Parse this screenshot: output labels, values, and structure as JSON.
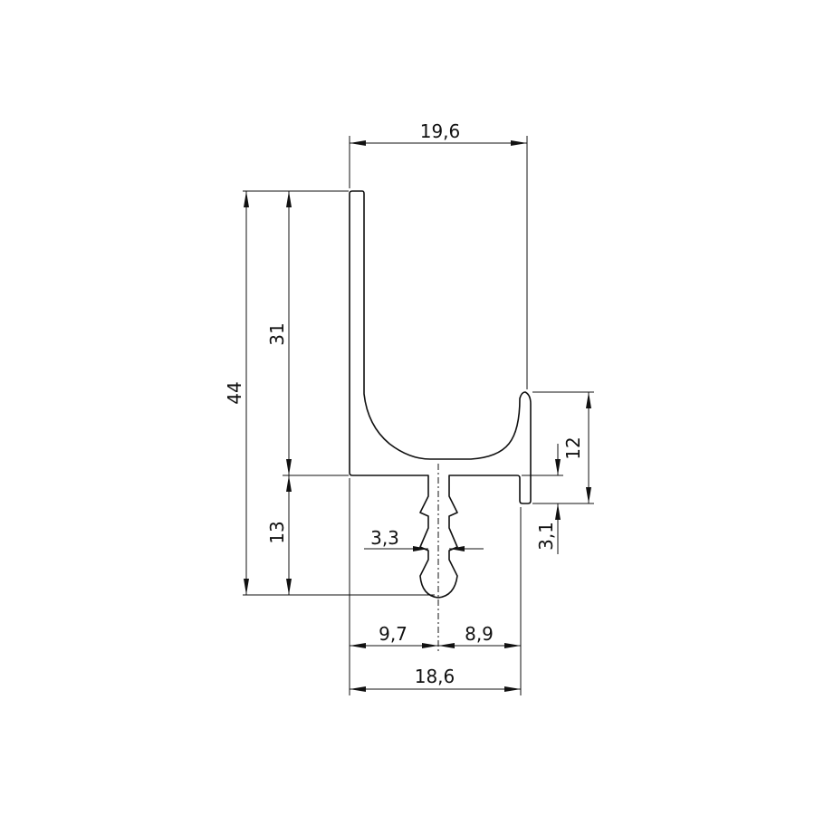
{
  "dimensions": {
    "top_width": "19,6",
    "total_height": "44",
    "upper_height": "31",
    "lower_height": "13",
    "lip_height": "12",
    "lip_offset": "3,1",
    "stem_width": "3,3",
    "left_to_stem": "9,7",
    "stem_to_right": "8,9",
    "bottom_width": "18,6"
  }
}
